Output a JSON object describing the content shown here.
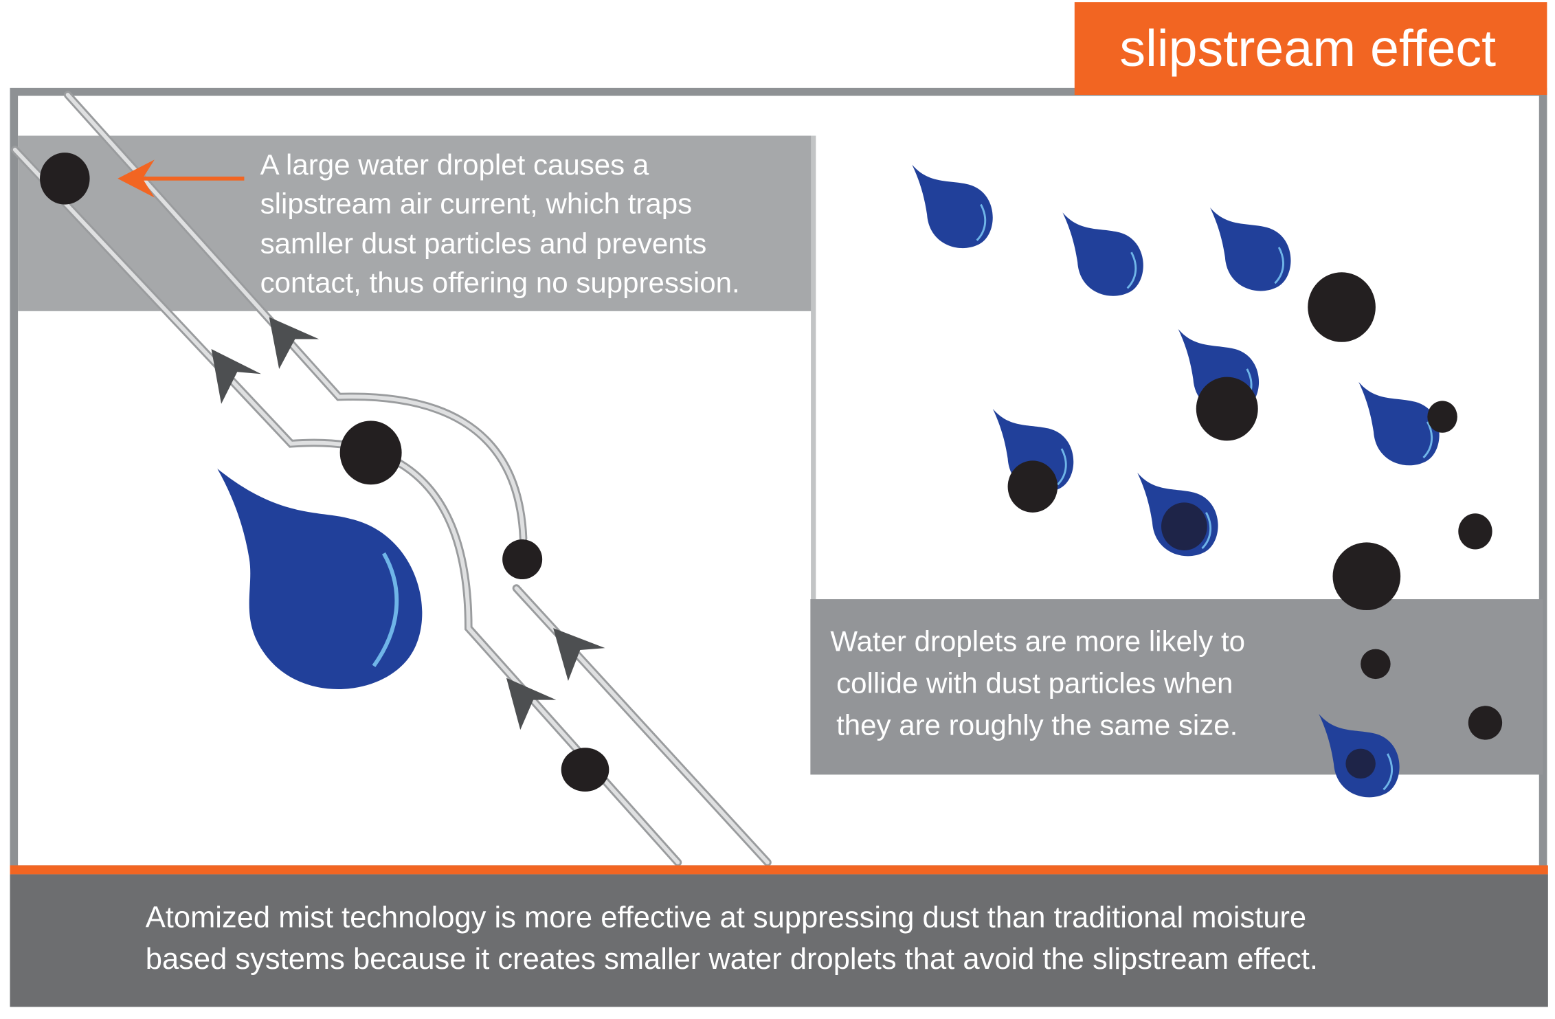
{
  "title": "slipstream effect",
  "top_callout": {
    "lines": [
      "A large water droplet causes a",
      "slipstream air current, which traps",
      "samller dust particles and prevents",
      "contact, thus offering no suppression."
    ]
  },
  "right_callout": {
    "lines": [
      "Water droplets are more likely to",
      "collide with dust particles when",
      "they are roughly the same size."
    ]
  },
  "footer": {
    "lines": [
      "Atomized mist technology is more effective at suppressing dust than traditional moisture",
      "based systems because it creates smaller water droplets that avoid the slipstream effect."
    ]
  },
  "colors": {
    "orange": "#f26522",
    "water_blue": "#21409a",
    "dust_black": "#231f20",
    "frame_gray": "#8e9194",
    "footer_gray": "#6d6e70"
  }
}
